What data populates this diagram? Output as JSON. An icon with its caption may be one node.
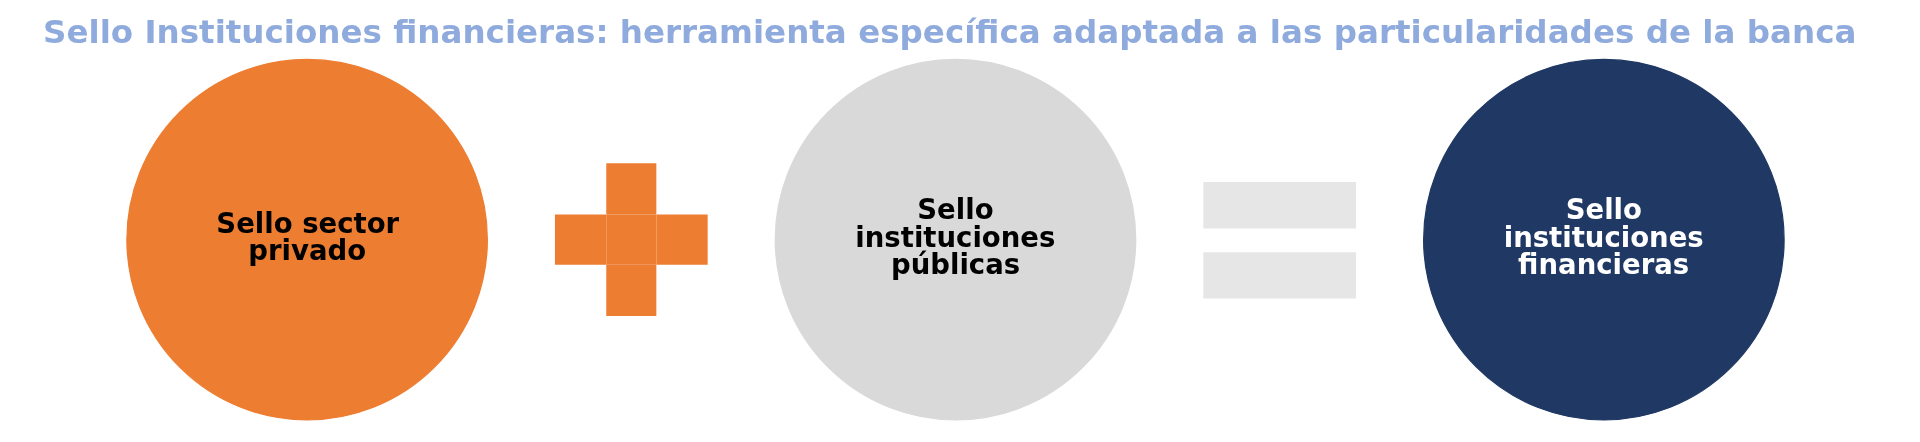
{
  "diagram": {
    "title": "Sello Instituciones financieras: herramienta específica adaptada a las particularidades de la banca",
    "nodes": [
      {
        "text": [
          "Sello sector privado"
        ]
      },
      {
        "text": [],
        "shape": "plus"
      },
      {
        "text": [
          "Sello instituciones públicas"
        ]
      },
      {
        "text": [],
        "shape": "equals"
      },
      {
        "text": [
          "Sello instituciones financieras"
        ]
      }
    ]
  }
}
